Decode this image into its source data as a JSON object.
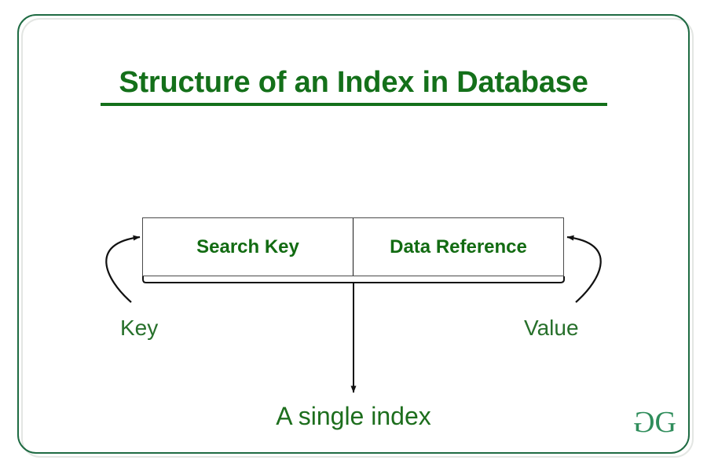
{
  "slide": {
    "title": "Structure of an Index in Database",
    "background_color": "#ffffff",
    "frame_color": "#1f6b43",
    "title_color": "#14701a"
  },
  "diagram": {
    "type": "index-structure",
    "box": {
      "cells": [
        {
          "label": "Search Key",
          "color": "#126b12"
        },
        {
          "label": "Data Reference",
          "color": "#126b12"
        }
      ],
      "border_color": "#4a4a4a"
    },
    "annotations": [
      {
        "id": "key",
        "label": "Key",
        "points_to": "Search Key",
        "arrow": "curved-right",
        "color": "#27702b"
      },
      {
        "id": "value",
        "label": "Value",
        "points_to": "Data Reference",
        "arrow": "curved-left",
        "color": "#27702b"
      }
    ],
    "caption": "A single index",
    "caption_color": "#1d6e1d"
  },
  "branding": {
    "logo_left": "G",
    "logo_right": "G"
  }
}
